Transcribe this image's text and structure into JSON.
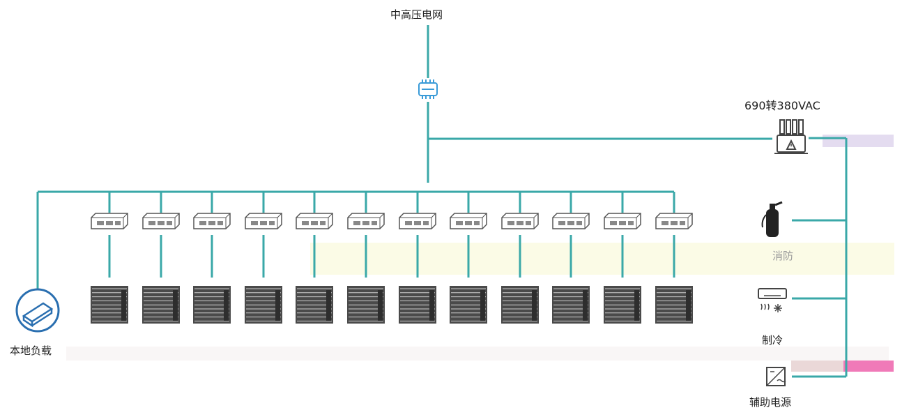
{
  "labels": {
    "grid": "中高压电网",
    "transformer": "690转380VAC",
    "fire": "消防",
    "cooling": "制冷",
    "aux_power": "辅助电源",
    "local_load": "本地负载"
  },
  "icons": {
    "grid_meter": "meter-icon",
    "transformer": "transformer-icon",
    "pcs": "pcs-converter-icon",
    "battery": "battery-rack-icon",
    "fire_extinguisher": "fire-extinguisher-icon",
    "air_conditioner": "air-conditioner-icon",
    "aux_power": "power-supply-icon",
    "local_load": "load-icon"
  },
  "branch_count": 12,
  "colors": {
    "line": "#3aa8a8",
    "icon_stroke": "#555555",
    "battery_fill": "#4a4a4a",
    "load_blue": "#2a6fb0",
    "highlight_yellow": "#fbfbe6",
    "highlight_pink": "#f07ab8",
    "highlight_lavender": "#e4dcf0"
  }
}
